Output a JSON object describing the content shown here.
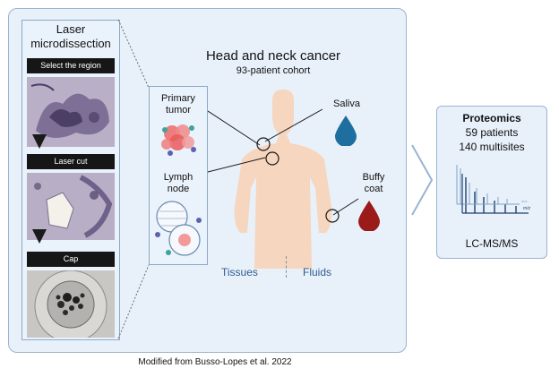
{
  "lmd": {
    "title_line1": "Laser",
    "title_line2": "microdissection",
    "steps": [
      "Select the region",
      "Laser cut",
      "Cap"
    ]
  },
  "cohort": {
    "title": "Head and neck cancer",
    "subtitle": "93-patient cohort"
  },
  "samples": {
    "primary_tumor_l1": "Primary",
    "primary_tumor_l2": "tumor",
    "lymph_node_l1": "Lymph",
    "lymph_node_l2": "node",
    "saliva": "Saliva",
    "buffy_coat_l1": "Buffy",
    "buffy_coat_l2": "coat"
  },
  "groups": {
    "tissues": "Tissues",
    "fluids": "Fluids"
  },
  "proteomics": {
    "title": "Proteomics",
    "patients": "59 patients",
    "multisites": "140 multisites",
    "method": "LC-MS/MS",
    "axis_label": "m/z"
  },
  "colors": {
    "saliva_drop": "#1e6fa0",
    "blood_drop": "#9b1b1b",
    "panel_bg": "#e8f1fa",
    "panel_border": "#9ab4cf"
  },
  "footnote": "Modified from Busso-Lopes et al. 2022"
}
